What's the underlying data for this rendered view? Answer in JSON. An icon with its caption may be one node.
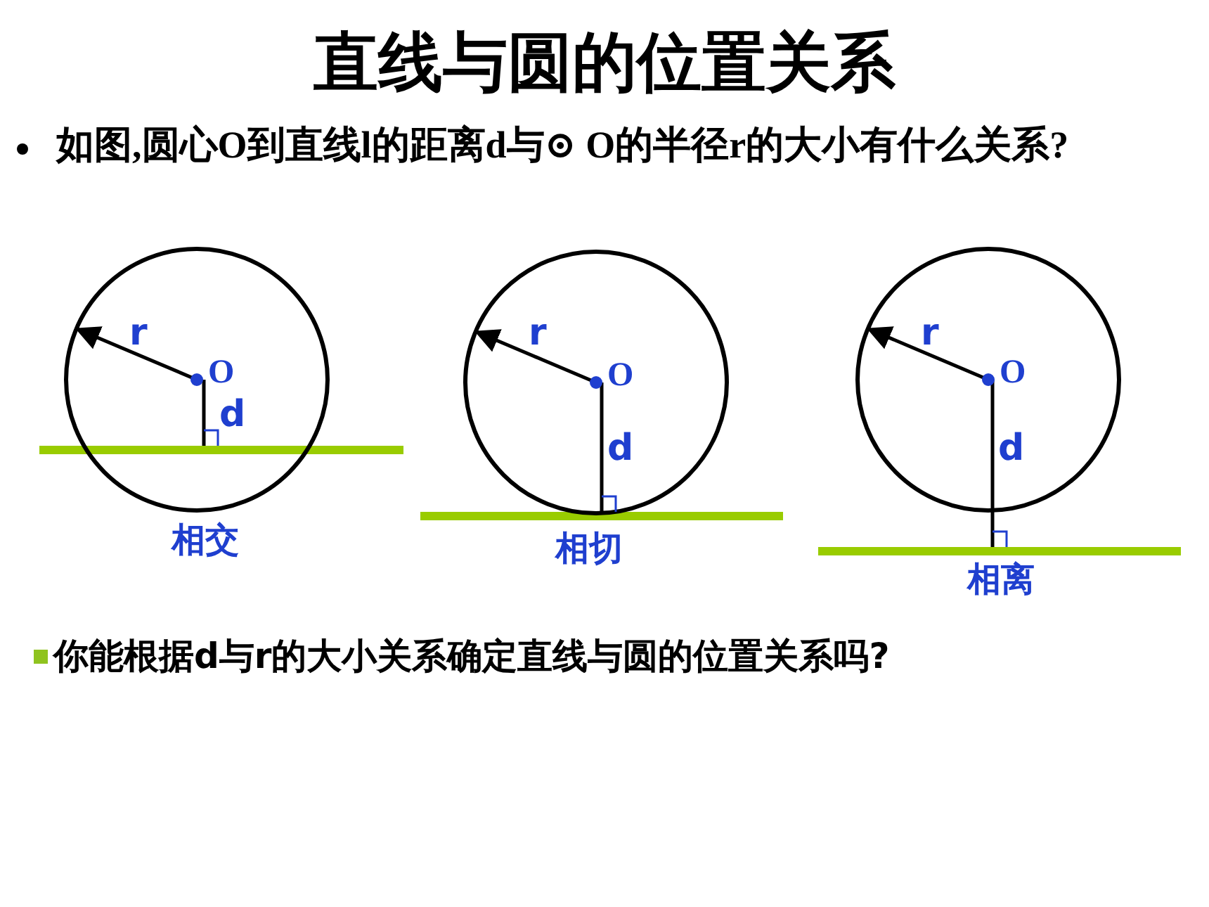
{
  "diagram": {
    "title": "直线与圆的位置关系",
    "labels": [
      "如图,圆心O到直线l的距离d与⊙ O的半径r的大小有什么关系?",
      "r",
      "O",
      "d",
      "相交",
      "r",
      "O",
      "d",
      "相切",
      "r",
      "O",
      "d",
      "相离",
      "你能根据d与r的大小关系确定直线与圆的位置关系吗?"
    ]
  }
}
